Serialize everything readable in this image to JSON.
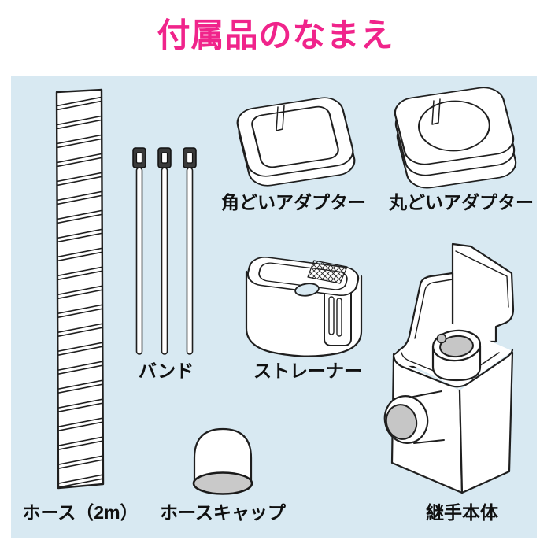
{
  "title": "付属品のなまえ",
  "colors": {
    "accent_pink": "#f0248b",
    "panel_blue": "#d8e9f2",
    "line": "#1f1f1f",
    "gray_fill": "#c6c6c6"
  },
  "items": [
    {
      "id": "hose",
      "label": "ホース（2m）",
      "icon": "hose-illustration"
    },
    {
      "id": "band",
      "label": "バンド",
      "icon": "cable-tie-illustration"
    },
    {
      "id": "square-gutter-adapter",
      "label": "角どいアダプター",
      "icon": "square-gutter-adapter-illustration"
    },
    {
      "id": "round-gutter-adapter",
      "label": "丸どいアダプター",
      "icon": "round-gutter-adapter-illustration"
    },
    {
      "id": "strainer",
      "label": "ストレーナー",
      "icon": "strainer-illustration"
    },
    {
      "id": "hose-cap",
      "label": "ホースキャップ",
      "icon": "hose-cap-illustration"
    },
    {
      "id": "joint-body",
      "label": "継手本体",
      "icon": "joint-body-illustration"
    }
  ]
}
